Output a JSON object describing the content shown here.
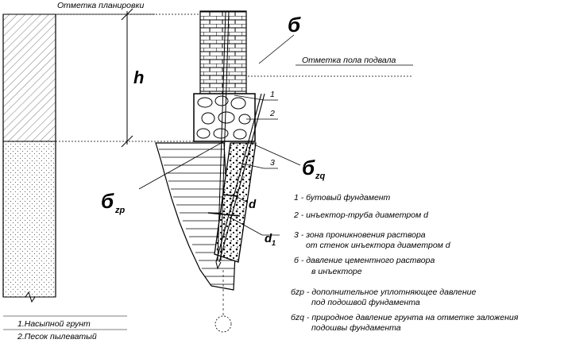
{
  "labels": {
    "grade_mark": "Отметка планировки",
    "basement_floor_mark": "Отметка пола подвала",
    "height": "h",
    "sigma": "б",
    "sigma_zq_base": "б",
    "sigma_zq_sub": "zq",
    "sigma_zp_base": "б",
    "sigma_zp_sub": "zp",
    "num1": "1",
    "num2": "2",
    "num3": "3",
    "d": "d",
    "d1_base": "d",
    "d1_sub": "1"
  },
  "soil_legend": [
    "1.Насыпной грунт",
    "2.Песок пылеватый"
  ],
  "legend": [
    "1 - бутовый фундамент",
    "2 - инъектор-труба диаметром d",
    "3 - зона проникновения раствора",
    "от стенок инъектора диаметром d",
    "б - давление цементного раствора",
    "в инъекторе",
    "бzp - дополнительное уплотняющее давление",
    "под подошвой фундамента",
    "бzq - природное давление грунта на отметке заложения",
    "подошвы фундамента"
  ],
  "colors": {
    "line": "#000000",
    "hatch": "#555555"
  }
}
